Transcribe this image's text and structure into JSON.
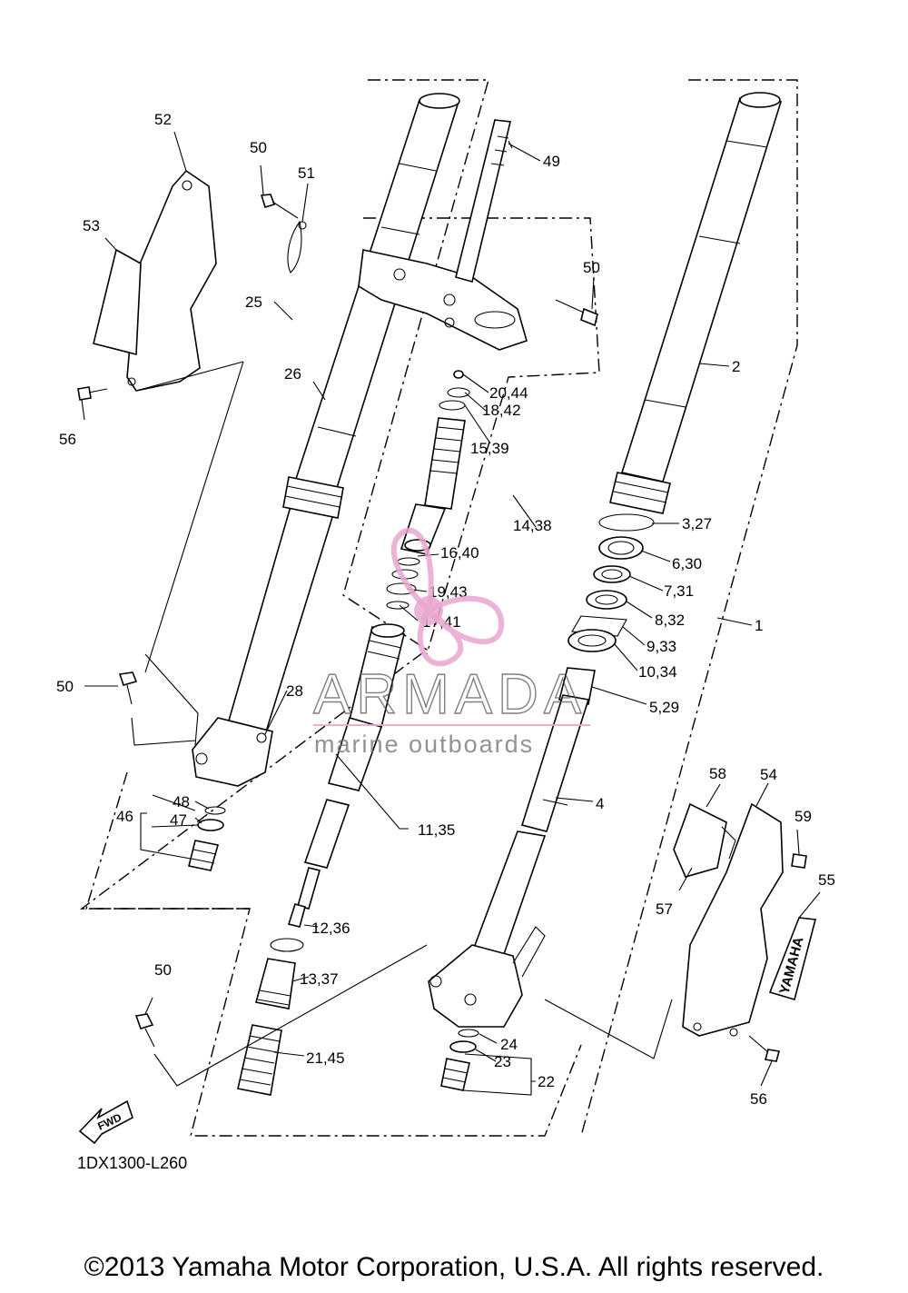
{
  "callouts": [
    "1",
    "2",
    "3,27",
    "4",
    "5,29",
    "6,30",
    "7,31",
    "8,32",
    "9,33",
    "10,34",
    "11,35",
    "12,36",
    "13,37",
    "14,38",
    "15,39",
    "16,40",
    "17,41",
    "18,42",
    "19,43",
    "20,44",
    "21,45",
    "22",
    "23",
    "24",
    "25",
    "26",
    "28",
    "46",
    "47",
    "48",
    "49",
    "50",
    "50",
    "50",
    "50",
    "51",
    "52",
    "53",
    "54",
    "55",
    "56",
    "56",
    "57",
    "58",
    "59"
  ],
  "badges": {
    "fwd": "FWD",
    "brand": "YAMAHA"
  },
  "watermark": {
    "name": "ARMADA",
    "tagline": "marine outboards",
    "color": "#e9a6cf"
  },
  "diagram_code": "1DX1300-L260",
  "copyright": "©2013 Yamaha Motor Corporation, U.S.A. All rights reserved."
}
